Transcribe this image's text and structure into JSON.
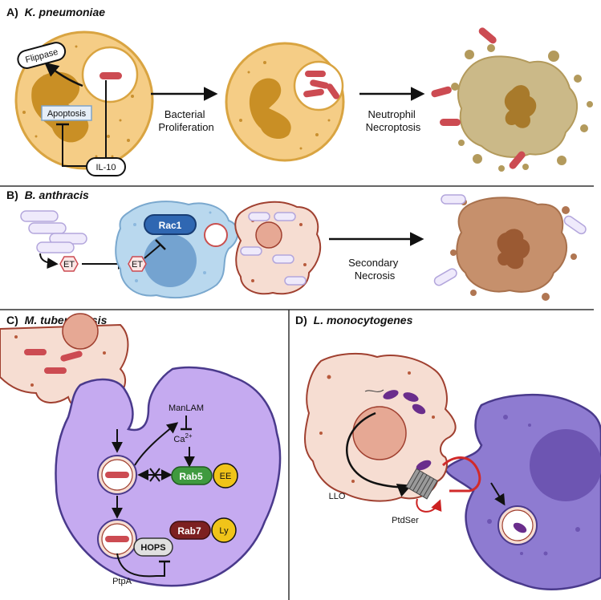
{
  "panels": {
    "a": {
      "letter": "A)",
      "organism": "K. pneumoniae",
      "flippase": "Flippase",
      "apoptosis": "Apoptosis",
      "il10": "IL-10",
      "step1": [
        "Bacterial",
        "Proliferation"
      ],
      "step2": [
        "Neutrophil",
        "Necroptosis"
      ]
    },
    "b": {
      "letter": "B)",
      "organism": "B. anthracis",
      "et1": "ET",
      "et2": "ET",
      "rac1": "Rac1",
      "step": [
        "Secondary",
        "Necrosis"
      ]
    },
    "c": {
      "letter": "C)",
      "organism": "M. tuberculosis",
      "manlam": "ManLAM",
      "ca": "Ca",
      "ca_sup": "2+",
      "rab5": "Rab5",
      "ee": "EE",
      "rab7": "Rab7",
      "ly": "Ly",
      "hops": "HOPS",
      "ptpa": "PtpA"
    },
    "d": {
      "letter": "D)",
      "organism": "L. monocytogenes",
      "llo": "LLO",
      "ptdser": "PtdSer"
    }
  },
  "colors": {
    "neutrophil_fill": "#f5cd86",
    "neutrophil_border": "#d9a441",
    "nucleus": "#c98f25",
    "bacterium_red": "#cc4b52",
    "macrophage_blue": "#b9d8ee",
    "apoptotic_pink": "#f6ddd2",
    "macrophage_purple": "#c5aaf0",
    "purple_dark": "#7b62c5",
    "rab5_green": "#3f9a3f",
    "rab7_red": "#7d2020",
    "ee_ly_yellow": "#f0c419",
    "rac1_blue": "#2f67b2",
    "necrotic_brown": "#b8a068"
  }
}
